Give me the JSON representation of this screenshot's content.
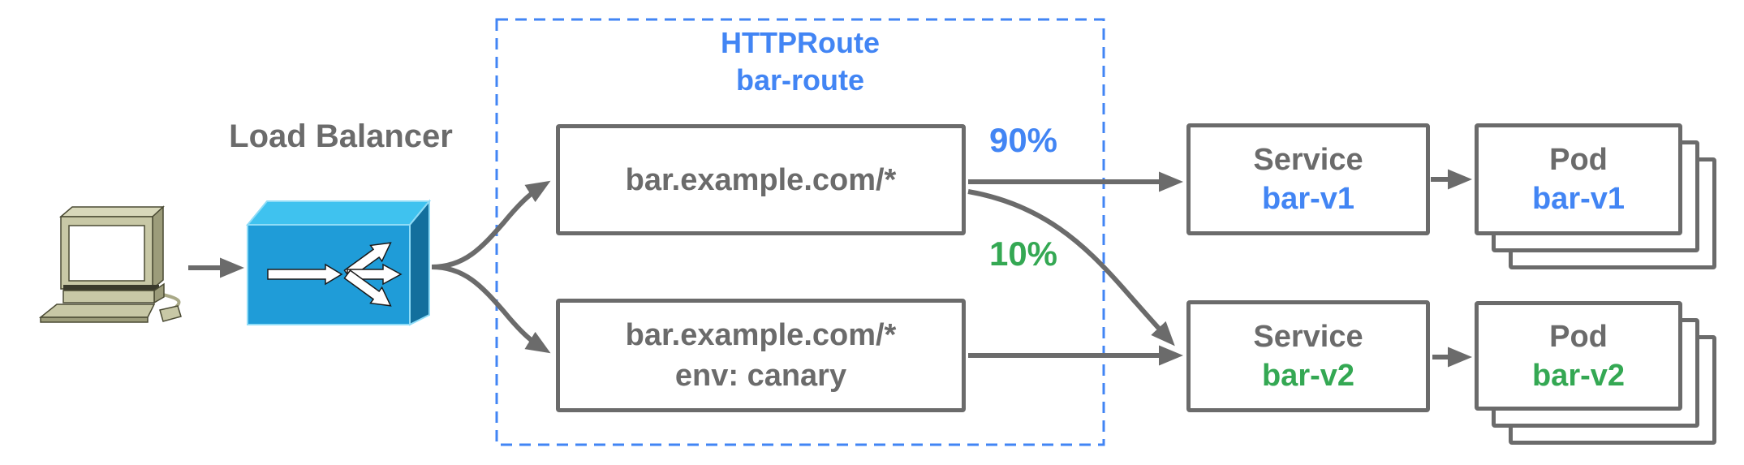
{
  "diagram": {
    "client": {
      "icon": "desktop-computer"
    },
    "load_balancer": {
      "label": "Load Balancer",
      "icon": "load-balancer-3d-box"
    },
    "httproute": {
      "kind": "HTTPRoute",
      "name": "bar-route"
    },
    "rules": [
      {
        "match_host": "bar.example.com/*",
        "weight": "90%"
      },
      {
        "match_host": "bar.example.com/*",
        "match_header": "env: canary",
        "weight": "10%"
      }
    ],
    "services": [
      {
        "kind": "Service",
        "name": "bar-v1"
      },
      {
        "kind": "Service",
        "name": "bar-v2"
      }
    ],
    "pods": [
      {
        "kind": "Pod",
        "name": "bar-v1"
      },
      {
        "kind": "Pod",
        "name": "bar-v2"
      }
    ],
    "colors": {
      "blue_text": "#4285F4",
      "green_text": "#34A853",
      "gray_text": "#6B6B6B",
      "connector_gray": "#6B6B6B",
      "dashed_border_blue": "#4285F4",
      "lb_top_face": "#3FC2EF",
      "lb_front_face": "#1F9CD8",
      "lb_side_face": "#136F9D",
      "computer_body": "#C8C8A6"
    }
  }
}
